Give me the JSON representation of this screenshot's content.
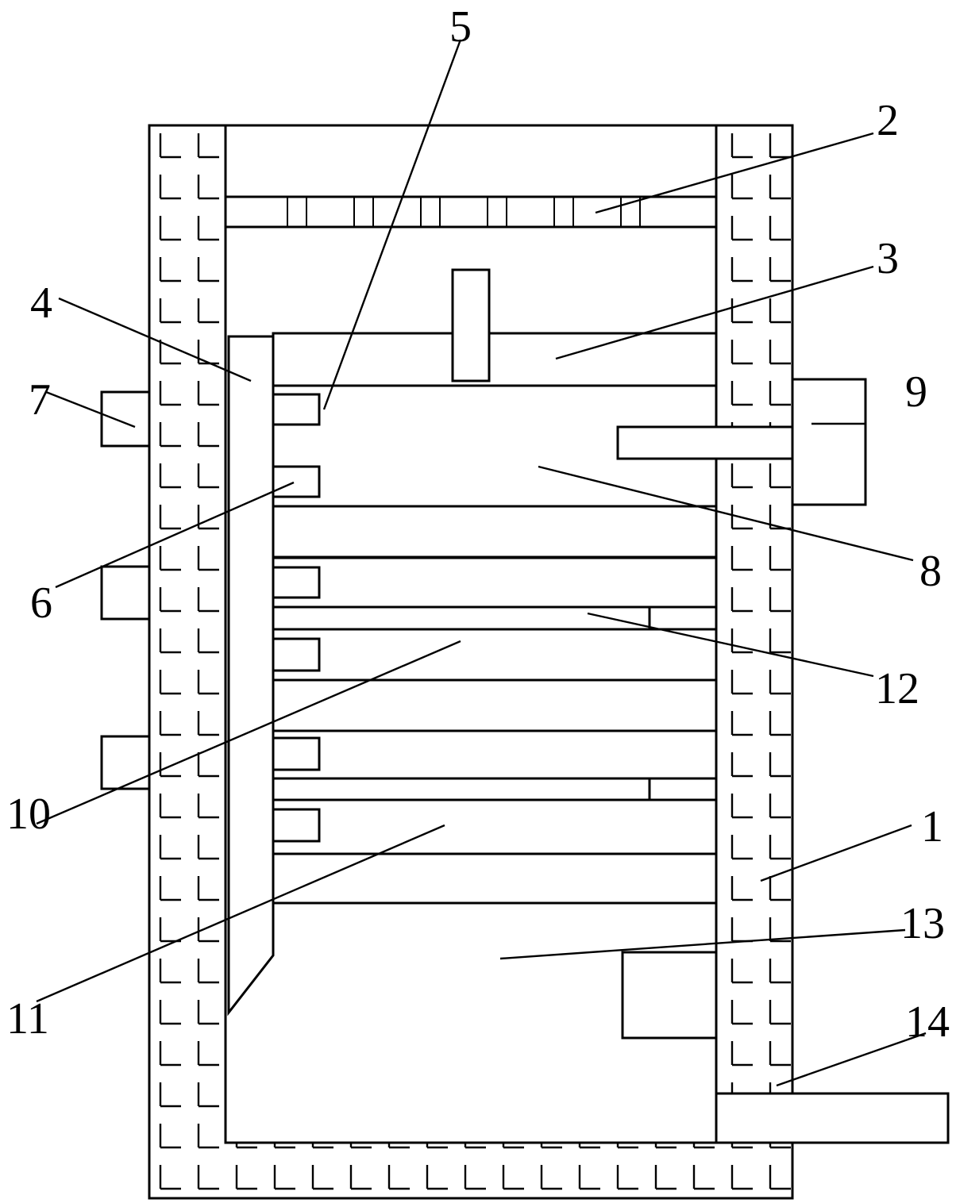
{
  "labels": {
    "l1": "1",
    "l2": "2",
    "l3": "3",
    "l4": "4",
    "l5": "5",
    "l6": "6",
    "l7": "7",
    "l8": "8",
    "l9": "9",
    "l10": "10",
    "l11": "11",
    "l12": "12",
    "l13": "13",
    "l14": "14"
  },
  "colors": {
    "line": "#000000",
    "background": "#ffffff"
  }
}
